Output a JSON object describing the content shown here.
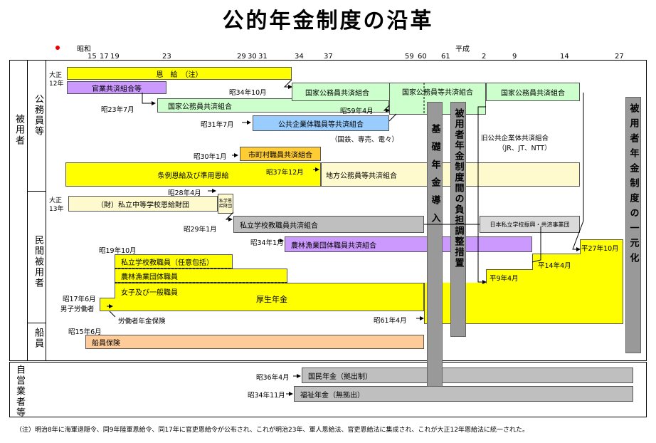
{
  "title": "公的年金制度の沿革",
  "eras": {
    "showa": "昭和",
    "heisei": "平成"
  },
  "years": [
    "15",
    "17",
    "19",
    "23",
    "29",
    "30",
    "31",
    "34",
    "37",
    "59",
    "60",
    "61",
    "2",
    "9",
    "14",
    "27"
  ],
  "side": {
    "hiyosha": "被用者",
    "komuin": "公務員等",
    "minkan": "民間被用者",
    "senin": "船員",
    "jiei": "自営業者等"
  },
  "bars": {
    "onkyu": "恩　給　（注）",
    "kangyo": "官業共済組合等",
    "kokka1": "国家公務員共済組合",
    "kokka2": "国家公務員共済組合",
    "kokka_to": "国家公務員等共済組合",
    "kokka3": "国家公務員共済組合",
    "kokyo": "公共企業体職員等共済組合",
    "kokyo_note": "（国鉄、専売、電々）",
    "shichoson": "市町村職員共済組合",
    "jorei": "条例恩給及び準用恩給",
    "chiho": "地方公務員等共済組合",
    "zaidan": "（財）私立中等学校恩給財団",
    "shigaku_small": "私学恩給財団",
    "shigaku": "私立学校教職員共済組合",
    "nihon_shigaku": "日本私立学校振興・共済事業団",
    "norin_kyosai": "農林漁業団体職員共済組合",
    "shiritsu_nin": "私立学校教職員（任意包括）",
    "norin": "農林漁業団体職員",
    "josei": "女子及び一般職員",
    "kosei": "厚生年金",
    "senin_hoken": "船員保険",
    "kokumin": "国民年金（拠出制）",
    "fukushi": "福祉年金（無拠出）"
  },
  "vbars": {
    "kiso": "基礎年金導入",
    "futan": "被用者年金制度間の負担調整措置",
    "ichigen": "被用者年金制度の一元化"
  },
  "labels": {
    "taisho12": "大正12年",
    "taisho13": "大正13年",
    "s34_10": "昭34年10月",
    "s23_7": "昭23年7月",
    "s59_4": "昭59年4月",
    "s31_7": "昭31年7月",
    "s30_1": "昭30年1月",
    "s37_12": "昭37年12月",
    "s28_4": "昭28年4月",
    "s29_1": "昭29年1月",
    "s34_1": "昭34年1月",
    "s19_10": "昭19年10月",
    "s17_6": "昭17年6月",
    "danshi": "男子労働者",
    "rodosha": "労働者年金保険",
    "s61_4": "昭61年4月",
    "s15_6": "昭15年6月",
    "h27_10": "平27年10月",
    "h14_4": "平14年4月",
    "h9_4": "平9年4月",
    "kyu_kokyo": "旧公共企業体共済組合",
    "kyu_kokyo_note": "（JR、JT、NTT）",
    "s36_4": "昭36年4月",
    "s34_11": "昭34年11月"
  },
  "note": "（注）明治8年に海軍退隠令、同9年陸軍恩給令、同17年に官吏恩給令が公布され、これが明治23年、軍人恩給法、官吏恩給法に集成され、これが大正12年恩給法に統一された。"
}
